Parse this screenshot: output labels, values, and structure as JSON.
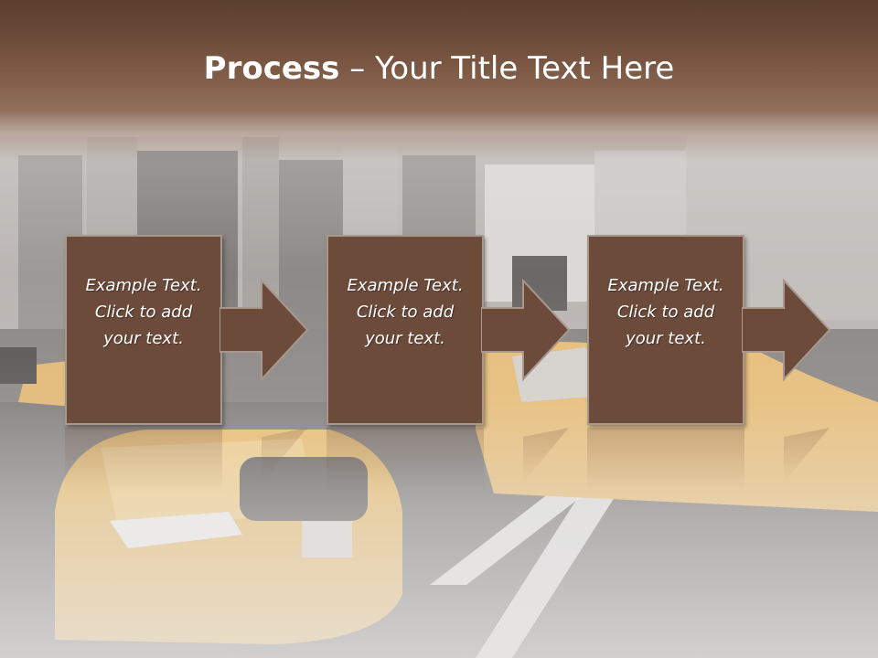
{
  "slide": {
    "title_bold": "Process",
    "title_separator": " – ",
    "title_rest": "Your Title Text Here"
  },
  "steps": [
    {
      "lines": [
        "Example Text.",
        "Click  to add",
        "your text."
      ]
    },
    {
      "lines": [
        "Example Text.",
        "Click  to add",
        "your text."
      ]
    },
    {
      "lines": [
        "Example Text.",
        "Click  to add",
        "your text."
      ]
    }
  ],
  "colors": {
    "header_brown": "#5b3f30",
    "box_brown": "#6d4b3b",
    "box_border": "#a8978c",
    "taxi_yellow": "#e9b65a"
  },
  "background": {
    "subject": "taxi-street-photo"
  }
}
